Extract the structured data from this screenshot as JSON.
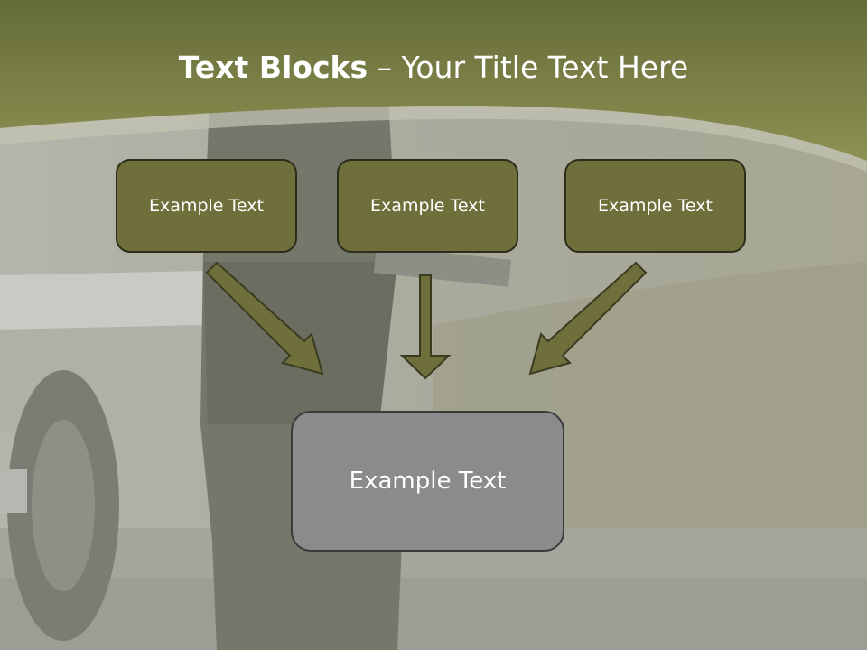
{
  "slide": {
    "title_bold": "Text Blocks",
    "title_rest": " – Your Title Text Here",
    "box1_text": "Example Text",
    "box2_text": "Example Text",
    "box3_text": "Example Text",
    "bottom_box_text": "Example Text"
  },
  "colors": {
    "header_green": "#7d8446",
    "box_olive": "#6f6f3b",
    "arrow_olive": "#6f6f3b",
    "bottom_box_gray": "#8b8b8b",
    "background_mist": "#b9b9ac"
  }
}
